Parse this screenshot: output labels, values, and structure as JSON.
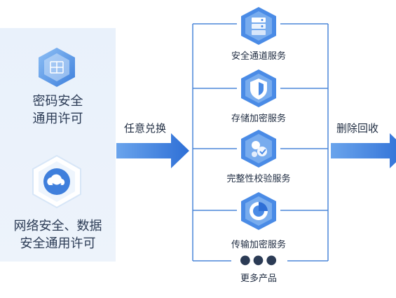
{
  "left": {
    "item1": {
      "line1": "密码安全",
      "line2": "通用许可",
      "icon": "cube-grid-icon"
    },
    "item2": {
      "line1": "网络安全、数据",
      "line2": "安全通用许可",
      "icon": "cloud-icon"
    }
  },
  "arrow1_label": "任意兑换",
  "arrow2_label": "删除回收",
  "services": [
    {
      "label": "安全通道服务",
      "icon": "server-icon"
    },
    {
      "label": "存储加密服务",
      "icon": "shield-icon"
    },
    {
      "label": "完整性校验服务",
      "icon": "check-node-icon"
    },
    {
      "label": "传输加密服务",
      "icon": "transfer-icon"
    }
  ],
  "more": {
    "dots": "●●●",
    "label": "更多产品"
  },
  "colors": {
    "accent": "#3a7be0",
    "line": "#4a86d8",
    "panel": "#eaf2fb",
    "text": "#1e2b40"
  }
}
